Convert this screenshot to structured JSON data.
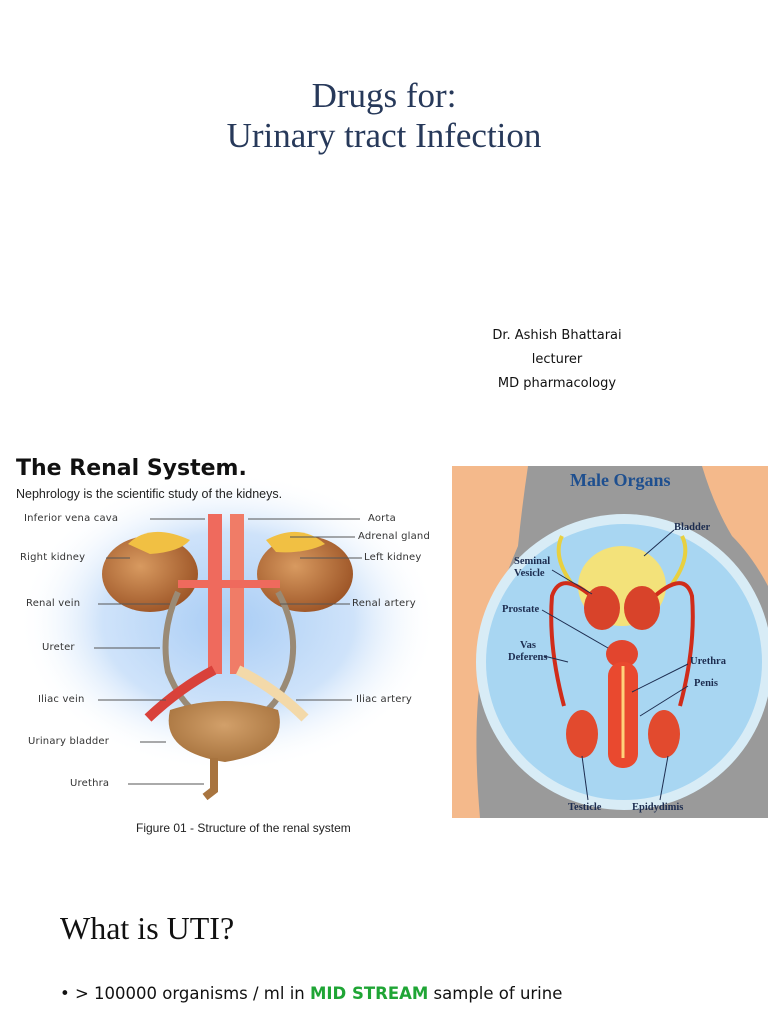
{
  "title": {
    "line1": "Drugs for:",
    "line2": "Urinary tract Infection"
  },
  "author": {
    "name": "Dr. Ashish Bhattarai",
    "role": "lecturer",
    "degree": "MD pharmacology"
  },
  "renal_figure": {
    "title": "The Renal System.",
    "subtitle": "Nephrology is the scientific study of the kidneys.",
    "labels": {
      "inferior_vena_cava": "Inferior vena cava",
      "aorta": "Aorta",
      "adrenal_gland": "Adrenal gland",
      "right_kidney": "Right kidney",
      "left_kidney": "Left kidney",
      "renal_vein": "Renal vein",
      "renal_artery": "Renal artery",
      "ureter": "Ureter",
      "iliac_vein": "Iliac vein",
      "iliac_artery": "Iliac artery",
      "urinary_bladder": "Urinary bladder",
      "urethra": "Urethra"
    },
    "caption": "Figure 01 - Structure of the renal system"
  },
  "male_figure": {
    "title": "Male Organs",
    "labels": {
      "bladder": "Bladder",
      "seminal_vesicle_1": "Seminal",
      "seminal_vesicle_2": "Vesicle",
      "prostate": "Prostate",
      "vas_deferens_1": "Vas",
      "vas_deferens_2": "Deferens",
      "urethra": "Urethra",
      "penis": "Penis",
      "testicle": "Testicle",
      "epididymis": "Epidydimis"
    }
  },
  "section": {
    "heading": "What is UTI?",
    "bullet_symbol": "•",
    "bullet_pre": " > 100000 organisms / ml in ",
    "bullet_highlight": "MID STREAM",
    "bullet_post": " sample of urine"
  }
}
